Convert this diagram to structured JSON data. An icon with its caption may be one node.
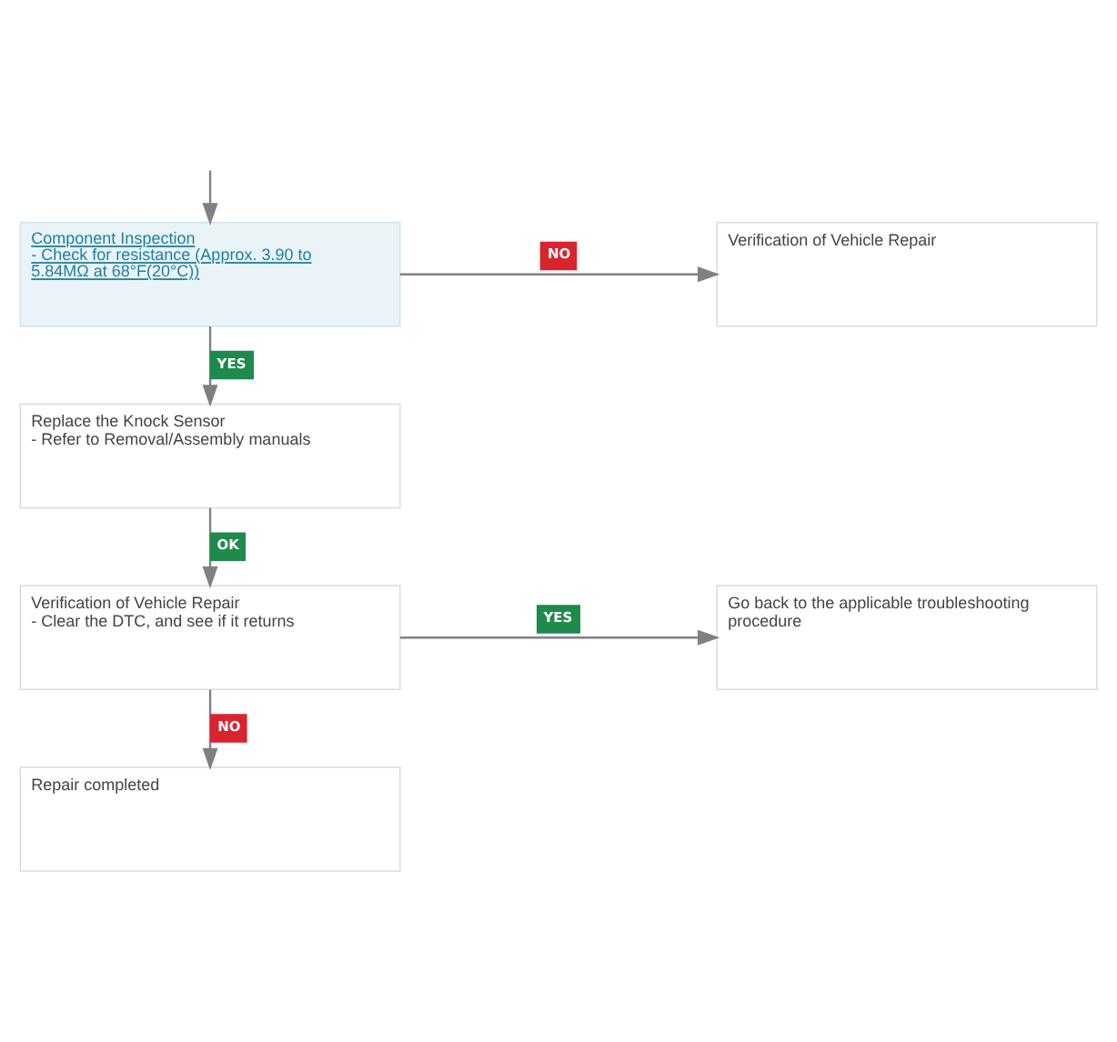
{
  "diagram": {
    "nodes": [
      {
        "text": [
          "Component Inspection",
          "- Check for resistance (Approx. 3.90 to 5.84MΩ at 68°F(20°C))"
        ]
      },
      {
        "text": [
          "Verification of Vehicle Repair"
        ]
      },
      {
        "text": [
          "Replace the Knock Sensor",
          "- Refer to Removal/Assembly manuals"
        ]
      },
      {
        "text": [
          "Verification of Vehicle Repair",
          "- Clear the DTC, and see if it returns"
        ]
      },
      {
        "text": [
          "Go back to the applicable troubleshooting procedure"
        ]
      },
      {
        "text": [
          "Repair completed"
        ]
      }
    ],
    "edges": [
      {
        "from": null,
        "to": 0,
        "arrow": "to"
      },
      {
        "from": 0,
        "to": 1,
        "arrow": "to",
        "label": "NO"
      },
      {
        "from": 0,
        "to": 2,
        "arrow": "to",
        "label": "YES"
      },
      {
        "from": 2,
        "to": 3,
        "arrow": "to",
        "label": "OK"
      },
      {
        "from": 3,
        "to": 4,
        "arrow": "to",
        "label": "YES"
      },
      {
        "from": 3,
        "to": 5,
        "arrow": "to",
        "label": "NO"
      }
    ]
  }
}
